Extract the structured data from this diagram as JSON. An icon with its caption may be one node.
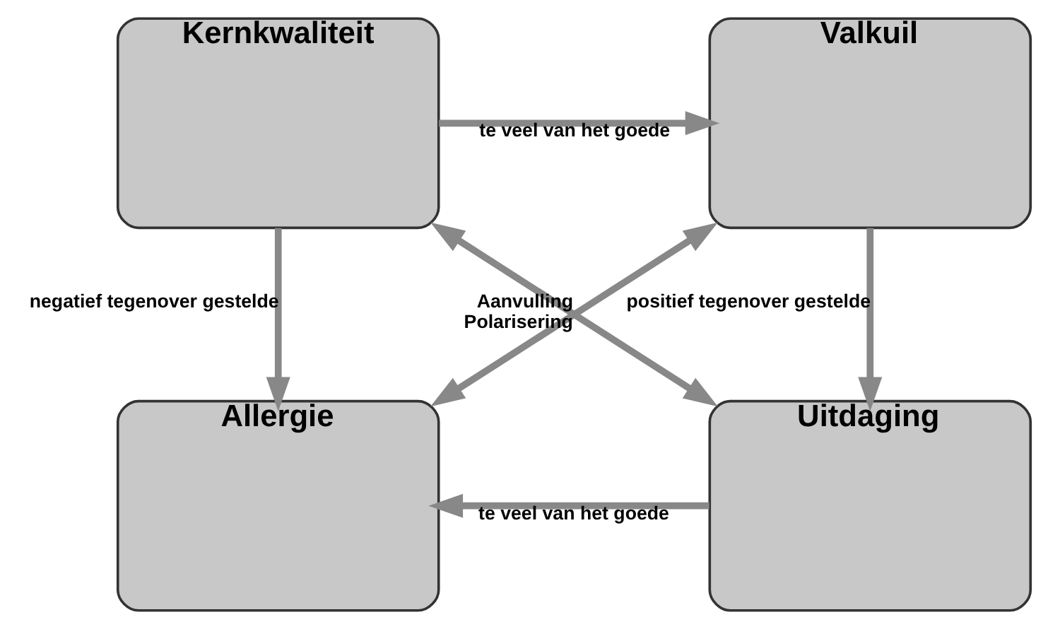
{
  "diagram": {
    "nodes": [
      {
        "text": [
          "Kernkwaliteit"
        ]
      },
      {
        "text": [
          "Valkuil"
        ]
      },
      {
        "text": [
          "Allergie"
        ]
      },
      {
        "text": [
          "Uitdaging"
        ]
      }
    ],
    "edges": [
      {
        "from": 0,
        "to": 1,
        "arrow": "to",
        "label": "te veel van het goede"
      },
      {
        "from": 0,
        "to": 2,
        "arrow": "to",
        "label": "negatief tegenover gestelde"
      },
      {
        "from": 1,
        "to": 3,
        "arrow": "to",
        "label": "positief tegenover gestelde"
      },
      {
        "from": 3,
        "to": 2,
        "arrow": "to",
        "label": "te veel van het goede"
      },
      {
        "from": 0,
        "to": 3,
        "arrow": "both",
        "label": "Aanvulling"
      },
      {
        "from": 2,
        "to": 1,
        "arrow": "both",
        "label": "Polarisering"
      }
    ]
  }
}
